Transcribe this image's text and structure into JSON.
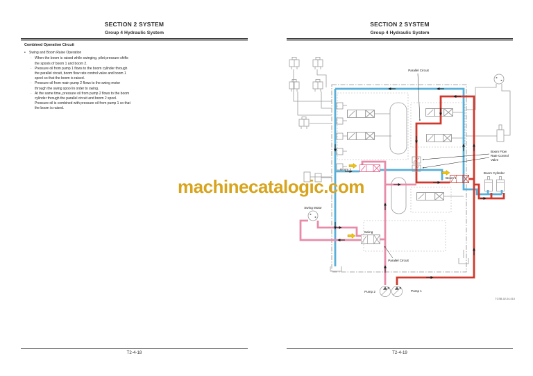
{
  "watermark": "machinecatalogic.com",
  "markers": {
    "level1": "•",
    "level2": "·"
  },
  "left_page": {
    "header": {
      "line1": "SECTION 2 SYSTEM",
      "line2": "Group 4 Hydraulic System"
    },
    "heading": "Combined Operation Circuit",
    "bullet": "Swing and Boom Raise Operation",
    "sub_bullets": [
      "When the boom is raised while swinging, pilot pressure shifts the spools of boom 1 and boom 2.",
      "Pressure oil from pump 1 flows to the boom cylinder through the parallel circuit, boom flow rate control valve and boom 1 spool so that the boom is raised.",
      "Pressure oil from main pump 2 flows to the swing motor through the swing spool in order to swing.",
      "At the same time, pressure oil from pump 2 flows to the boom cylinder through the parallel circuit and boom 2 spool. Pressure oil is combined with pressure oil from pump 1 so that the boom is raised."
    ],
    "page_number": "T2-4-18"
  },
  "right_page": {
    "header": {
      "line1": "SECTION 2 SYSTEM",
      "line2": "Group 4 Hydraulic System"
    },
    "page_number": "T2-4-19",
    "figure_code": "TCSB-02-04-010",
    "diagram_labels": {
      "parallel_circuit_top": "Parallel Circuit",
      "boom_flow_line1": "Boom Flow",
      "boom_flow_line2": "Rate Control",
      "boom_flow_line3": "Valve",
      "boom_cylinder": "Boom Cylinder",
      "boom_2": "Boom 2",
      "boom_1": "Boom 1",
      "swing_motor": "Swing Motor",
      "swing": "Swing",
      "parallel_circuit_bottom": "Parallel Circuit",
      "pump_2": "Pump 2",
      "pump_1": "Pump 1"
    },
    "colors": {
      "pump1_pressure_line": "#cf382c",
      "pump2_return_line": "#58b0d8",
      "swing_circuit_line": "#e78ca8",
      "highlight_arrow": "#f5c400",
      "watermark": "#d8a41d"
    }
  }
}
